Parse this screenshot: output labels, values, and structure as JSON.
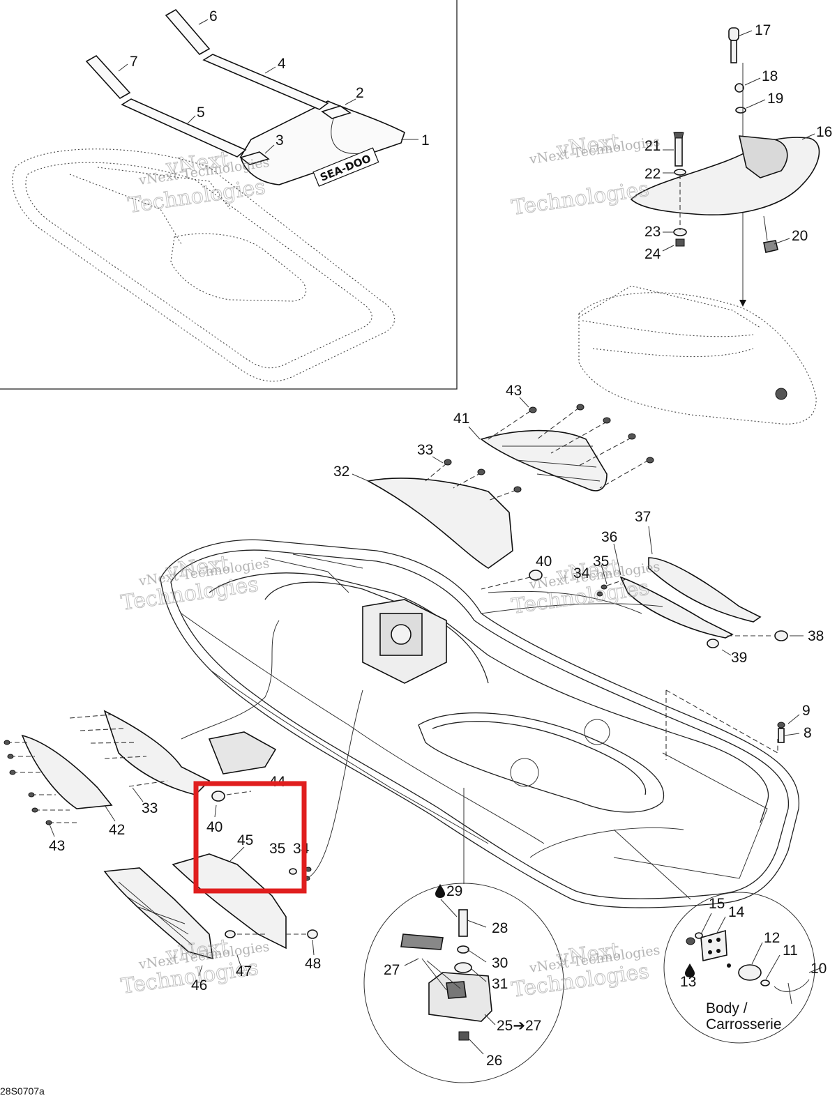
{
  "diagram_id": "28S0707a",
  "watermark_line1": "vNext Technologies",
  "watermark_line2": "Technologies",
  "watermark_top": "vNext",
  "decal_text": "SEA-DOO",
  "body_label_line1": "Body /",
  "body_label_line2": "Carrosserie",
  "callouts": {
    "c1": "1",
    "c2": "2",
    "c3": "3",
    "c4": "4",
    "c5": "5",
    "c6": "6",
    "c7": "7",
    "c8": "8",
    "c9": "9",
    "c10": "10",
    "c11": "11",
    "c12": "12",
    "c13": "13",
    "c14": "14",
    "c15": "15",
    "c16": "16",
    "c17": "17",
    "c18": "18",
    "c19": "19",
    "c20": "20",
    "c21": "21",
    "c22": "22",
    "c23": "23",
    "c24": "24",
    "c25": "25➔27",
    "c26": "26",
    "c27": "27",
    "c28": "28",
    "c29": "29",
    "c30": "30",
    "c31": "31",
    "c32": "32",
    "c33a": "33",
    "c33b": "33",
    "c34a": "34",
    "c34b": "34",
    "c35a": "35",
    "c35b": "35",
    "c36": "36",
    "c37": "37",
    "c38": "38",
    "c39": "39",
    "c40a": "40",
    "c40b": "40",
    "c41": "41",
    "c42": "42",
    "c43a": "43",
    "c43b": "43",
    "c44": "44",
    "c45": "45",
    "c46": "46",
    "c47": "47",
    "c48": "48"
  },
  "colors": {
    "highlight": "#e01e1e",
    "ink": "#111111"
  }
}
